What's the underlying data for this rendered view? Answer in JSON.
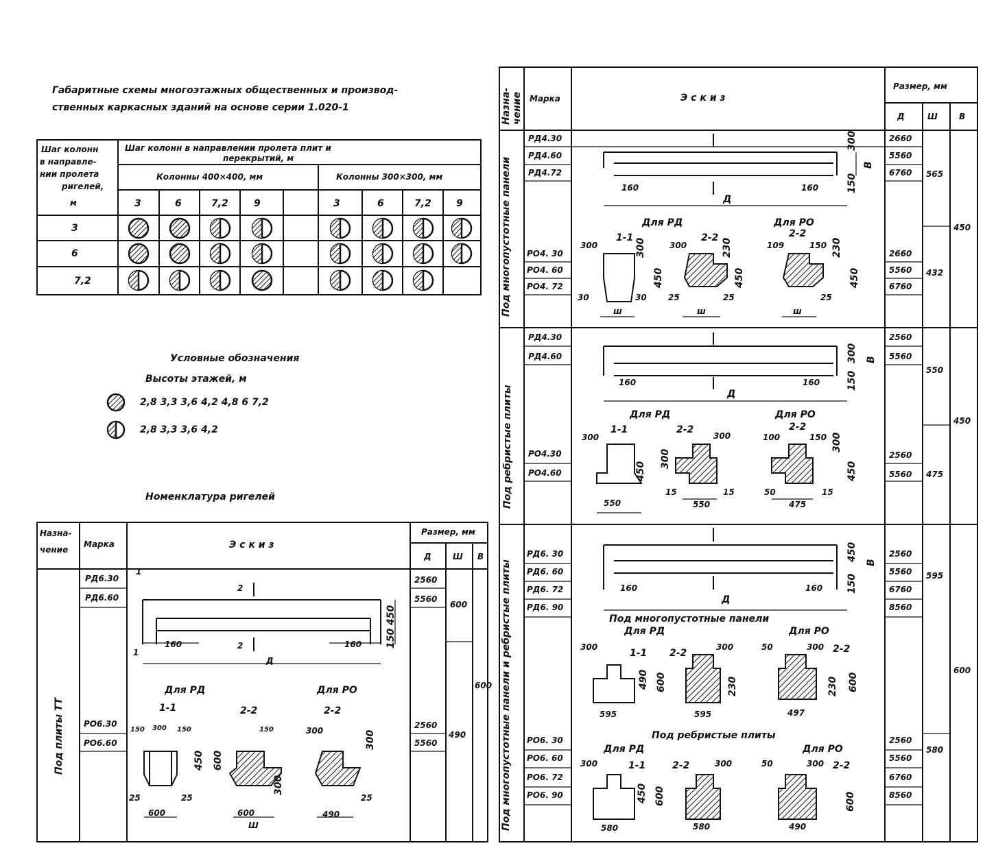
{
  "title_line1": "Габаритные схемы многоэтажных общественных и производ-",
  "title_line2": "ственных каркасных зданий на основе серии 1.020-1",
  "grid_table": {
    "corner_header": [
      "Шаг колонн",
      "в направле-",
      "нии пролета",
      "ригелей,",
      "м"
    ],
    "top_header": [
      "Шаг колонн в направлении пролета плит и",
      "перекрытий, м"
    ],
    "group_left": "Колонны 400×400, мм",
    "group_right": "Колонны 300×300, мм",
    "cols_left": [
      "3",
      "6",
      "7,2",
      "9"
    ],
    "cols_right": [
      "3",
      "6",
      "7,2",
      "9"
    ],
    "rows": [
      {
        "label": "3",
        "left": [
          "full",
          "full",
          "half",
          "half"
        ],
        "right": [
          "half",
          "half",
          "half",
          "half"
        ]
      },
      {
        "label": "6",
        "left": [
          "full",
          "full",
          "half",
          "half"
        ],
        "right": [
          "half",
          "half",
          "half",
          "half"
        ]
      },
      {
        "label": "7,2",
        "left": [
          "half",
          "half",
          "half",
          "full"
        ],
        "right": [
          "half",
          "half",
          "half",
          ""
        ]
      }
    ]
  },
  "legend": {
    "title": "Условные обозначения",
    "subtitle": "Высоты этажей, м",
    "full_values": "2,8   3,3   3,6   4,2   4,8   6   7,2",
    "half_values": "2,8   3,3   3,6   4,2"
  },
  "nomenclature_title": "Номенклатура ригелей",
  "bottom_table": {
    "h_purpose": "Назна-",
    "h_purpose2": "чение",
    "h_mark": "Марка",
    "h_sketch": "Э с к и з",
    "h_size": "Размер, мм",
    "h_d": "Д",
    "h_sh": "Ш",
    "h_v": "В",
    "purpose": "Под плиты ТТ",
    "marks_rd": [
      "РД6.30",
      "РД6.60"
    ],
    "marks_ro": [
      "РО6.30",
      "РО6.60"
    ],
    "d_rd": [
      "2560",
      "5560"
    ],
    "sh_rd": "600",
    "d_ro": [
      "2560",
      "5560"
    ],
    "sh_ro": "490",
    "v": "600",
    "sketch": {
      "dim_160a": "160",
      "dim_160b": "160",
      "dim_450": "450",
      "dim_150": "150",
      "label_d": "Д",
      "label_1": "1",
      "label_2": "2",
      "for_rd": "Для РД",
      "for_ro": "Для РО",
      "s11": "1-1",
      "s22a": "2-2",
      "s22b": "2-2",
      "d150a": "150",
      "d300": "300",
      "d150b": "150",
      "d450": "450",
      "d600": "600",
      "d25a": "25",
      "d25b": "25",
      "d600b": "600",
      "d150c": "150",
      "d300b": "300",
      "d600c": "600",
      "dsh": "Ш",
      "d300c": "300",
      "d300d": "300",
      "d25c": "25",
      "d490": "490"
    }
  },
  "right_table": {
    "h_purpose": "Назна-",
    "h_purpose2": "чение",
    "h_mark": "Марка",
    "h_sketch": "Э с к и з",
    "h_size": "Размер, мм",
    "h_d": "Д",
    "h_sh": "Ш",
    "h_v": "В",
    "section1": {
      "purpose": "Под многопустотные панели",
      "marks_rd": [
        "РД4.30",
        "РД4.60",
        "РД4.72"
      ],
      "marks_ro": [
        "РО4. 30",
        "РО4. 60",
        "РО4. 72"
      ],
      "d_rd": [
        "2660",
        "5560",
        "6760"
      ],
      "sh_rd": "565",
      "d_ro": [
        "2660",
        "5560",
        "6760"
      ],
      "sh_ro": "432",
      "v": "450",
      "sketch": {
        "d160a": "160",
        "d160b": "160",
        "d300": "300",
        "d150": "150",
        "lb": "В",
        "ld": "Д",
        "for_rd": "Для РД",
        "for_ro": "Для РО",
        "s11": "1-1",
        "s22a": "2-2",
        "s22b": "2-2",
        "a300": "300",
        "a300b": "300",
        "a450": "450",
        "a30a": "30",
        "a30b": "30",
        "ash": "ш",
        "b300": "300",
        "b230": "230",
        "b450": "450",
        "b25a": "25",
        "b25b": "25",
        "bsh": "ш",
        "c109": "109",
        "c150": "150",
        "c230": "230",
        "c450": "450",
        "c25": "25",
        "csh": "ш"
      }
    },
    "section2": {
      "purpose": "Под ребристые плиты",
      "marks_rd": [
        "РД4.30",
        "РД4.60"
      ],
      "marks_ro": [
        "РО4.30",
        "РО4.60"
      ],
      "d_rd": [
        "2560",
        "5560"
      ],
      "sh_rd": "550",
      "d_ro": [
        "2560",
        "5560"
      ],
      "sh_ro": "475",
      "v": "450",
      "sketch": {
        "d160a": "160",
        "d160b": "160",
        "d300": "300",
        "d150": "150",
        "lb": "В",
        "ld": "Д",
        "for_rd": "Для РД",
        "for_ro": "Для РО",
        "s11": "1-1",
        "s22a": "2-2",
        "s22b": "2-2",
        "a300": "300",
        "a450": "450",
        "a550": "550",
        "b300": "300",
        "b300b": "300",
        "b15a": "15",
        "b15b": "15",
        "b550": "550",
        "c100": "100",
        "c150": "150",
        "c300": "300",
        "c450": "450",
        "c50": "50",
        "c15": "15",
        "c475": "475"
      }
    },
    "section3": {
      "purpose": "Под многопустотные панели и ребристые плиты",
      "marks_rd": [
        "РД6. 30",
        "РД6. 60",
        "РД6. 72",
        "РД6. 90"
      ],
      "marks_ro": [
        "РО6. 30",
        "РО6. 60",
        "РО6. 72",
        "РО6. 90"
      ],
      "d_rd": [
        "2560",
        "5560",
        "6760",
        "8560"
      ],
      "sh_rd": "595",
      "d_ro": [
        "2560",
        "5560",
        "6760",
        "8560"
      ],
      "sh_ro": "580",
      "v": "600",
      "sketch": {
        "d160a": "160",
        "d160b": "160",
        "d450": "450",
        "d150": "150",
        "lb": "В",
        "ld": "Д",
        "sub1": "Под многопустотные панели",
        "sub2": "Под ребристые плиты",
        "for_rd": "Для РД",
        "for_ro": "Для РО",
        "for_rd2": "Для РД",
        "for_ro2": "Для РО",
        "s11": "1-1",
        "s22a": "2-2",
        "s22b": "2-2",
        "s11b": "1-1",
        "s22c": "2-2",
        "s22d": "2-2",
        "a300": "300",
        "a490": "490",
        "a600": "600",
        "a595": "595",
        "b300": "300",
        "b230": "230",
        "b595": "595",
        "c50": "50",
        "c300": "300",
        "c230": "230",
        "c600": "600",
        "c497": "497",
        "e300": "300",
        "e450": "450",
        "e600": "600",
        "e580": "580",
        "f300": "300",
        "f580": "580",
        "g50": "50",
        "g300": "300",
        "g600": "600",
        "g490": "490"
      }
    }
  },
  "colors": {
    "ink": "#111111",
    "paper": "#ffffff"
  }
}
